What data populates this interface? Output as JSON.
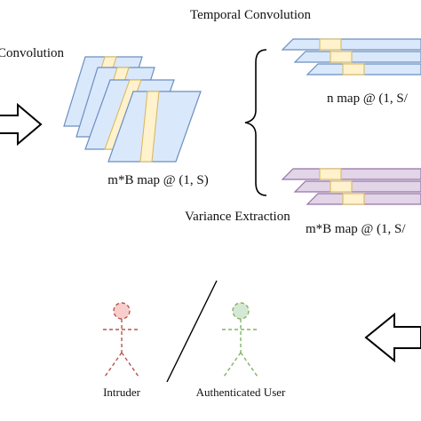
{
  "labels": {
    "temporal_convolution": "Temporal Convolution",
    "convolution": "Convolution",
    "mb_map_left": "m*B map @ (1, S)",
    "n_map": "n map @ (1, S/",
    "variance_extraction": "Variance Extraction",
    "mb_map_right": "m*B map @ (1, S/",
    "intruder": "Intruder",
    "authenticated_user": "Authenticated User"
  },
  "colors": {
    "blue_fill": "#dae8fc",
    "blue_stroke": "#6c8ebf",
    "purple_fill": "#e1d5e7",
    "purple_stroke": "#9673a6",
    "highlight_fill": "#fff2cc",
    "highlight_stroke": "#d6b656",
    "intruder": "#b85450",
    "intruder_fill": "#f8cecc",
    "user": "#82b366",
    "user_fill": "#d5e8d4",
    "line": "#000000"
  }
}
